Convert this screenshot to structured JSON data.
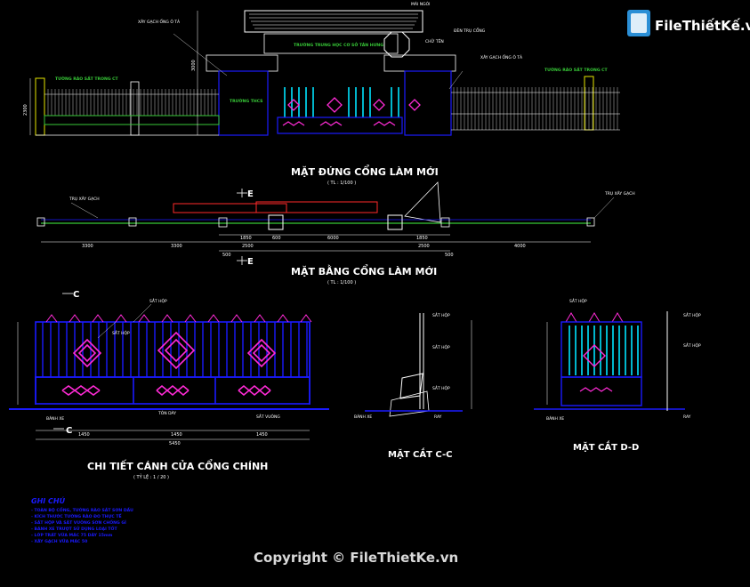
{
  "logo": {
    "brand": "FileThiếtKế.vn"
  },
  "titles": {
    "elevation": "MẶT ĐỨNG CỔNG LÀM MỚI",
    "elevation_scale": "( TL : 1/100 )",
    "plan": "MẶT BẰNG CỔNG LÀM MỚI",
    "plan_scale": "( TL : 1/100 )",
    "gate_detail": "CHI TIẾT CÁNH CỬA CỔNG CHÍNH",
    "gate_detail_scale": "( TỶ LỆ : 1 / 20 )",
    "section_c": "MẶT CẮT C-C",
    "section_d": "MẶT CẮT D-D"
  },
  "markers": {
    "e": "E",
    "c": "C"
  },
  "elevation_labels": {
    "left_fence": "TƯỜNG RÀO SẮT TRONG CT",
    "right_fence": "TƯỜNG RÀO SẮT TRONG CT",
    "roof_top": "MÁI NGÓI",
    "wall_note_left": "XÂY GẠCH ỐNG Ô TẢ",
    "wall_note_right": "XÂY GẠCH ỐNG Ô TẢ",
    "lamp": "ĐÈN TRỤ CỔNG",
    "clock": "CHỮ TÊN",
    "sign_main": "TRƯỜNG TRUNG HỌC CƠ SỞ TÂN HƯNG",
    "sign_left": "TRƯỜNG THCS",
    "left_height": "2300",
    "post_height": "3000"
  },
  "plan_dims": [
    "3300",
    "3300",
    "1850",
    "600",
    "6000",
    "1850",
    "4000",
    "2500",
    "2500",
    "500",
    "500"
  ],
  "plan_labels": {
    "left": "TRỤ XÂY GẠCH",
    "right": "TRỤ XÂY GẠCH"
  },
  "gate_dims": [
    "1450",
    "1450",
    "1450",
    "5450"
  ],
  "gate_labels": [
    "SẮT HỘP",
    "SẮT HỘP",
    "BÁNH XE",
    "TÔN DÀY",
    "SẮT VUÔNG"
  ],
  "section_labels": [
    "SẮT HỘP",
    "SẮT HỘP",
    "SẮT HỘP",
    "BÁNH XE",
    "RAY"
  ],
  "notes": {
    "heading": "GHI CHÚ",
    "lines": [
      "- TOÀN BỘ CỔNG, TƯỜNG RÀO SẮT SƠN DẦU",
      "- KÍCH THƯỚC TƯỜNG RÀO ĐO THỰC TẾ",
      "- SẮT HỘP VÀ SẮT VUÔNG SƠN CHỐNG GỈ",
      "- BÁNH XE TRƯỢT SỬ DỤNG LOẠI TỐT",
      "- LỚP TRÁT VỮA MÁC 75 DÀY 15mm",
      "- XÂY GẠCH VỮA MÁC 50"
    ]
  },
  "copyright": "Copyright © FileThietKe.vn",
  "colors": {
    "cad_blue": "#1a1aff",
    "cad_cyan": "#00e5ff",
    "cad_magenta": "#ff2bd6",
    "cad_green": "#37c837",
    "cad_yellow": "#e6e600",
    "cad_red": "#ff2a2a"
  }
}
